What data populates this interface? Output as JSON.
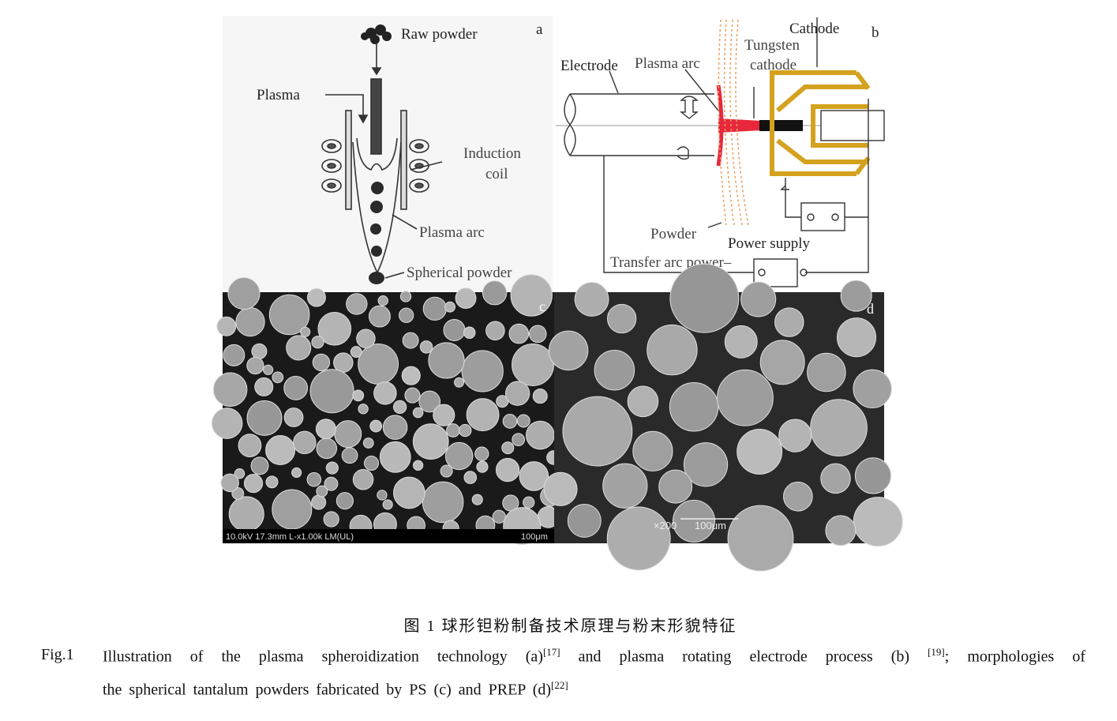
{
  "panel_a": {
    "letter": "a",
    "raw_powder": "Raw powder",
    "plasma": "Plasma",
    "induction_coil_1": "Induction",
    "induction_coil_2": "coil",
    "plasma_arc": "Plasma arc",
    "spherical_powder": "Spherical powder"
  },
  "panel_b": {
    "letter": "b",
    "cathode": "Cathode",
    "tungsten_1": "Tungsten",
    "tungsten_2": "cathode",
    "electrode": "Electrode",
    "plasma_arc": "Plasma arc",
    "powder": "Powder",
    "power_supply": "Power  supply",
    "transfer_arc": "Transfer arc power–",
    "colors": {
      "cathode": "#d4a21e",
      "arc": "#e8283c"
    }
  },
  "panel_c": {
    "letter": "c",
    "info": "10.0kV 17.3mm L-x1.00k LM(UL)",
    "scale": "100μm"
  },
  "panel_d": {
    "letter": "d",
    "magnification": "×200",
    "scale": "100μm"
  },
  "caption": {
    "cn": "图  1    球形钽粉制备技术原理与粉末形貌特征",
    "fig": "Fig.1",
    "line1_a": "Illustration of the plasma spheroidization technology (a)",
    "ref1": "[17]",
    "line1_b": " and plasma rotating electrode process (b) ",
    "ref2": "[19]",
    "line1_c": "; morphologies of",
    "line2_a": "the spherical tantalum powders fabricated by PS (c) and PREP (d)",
    "ref3": "[22]"
  }
}
